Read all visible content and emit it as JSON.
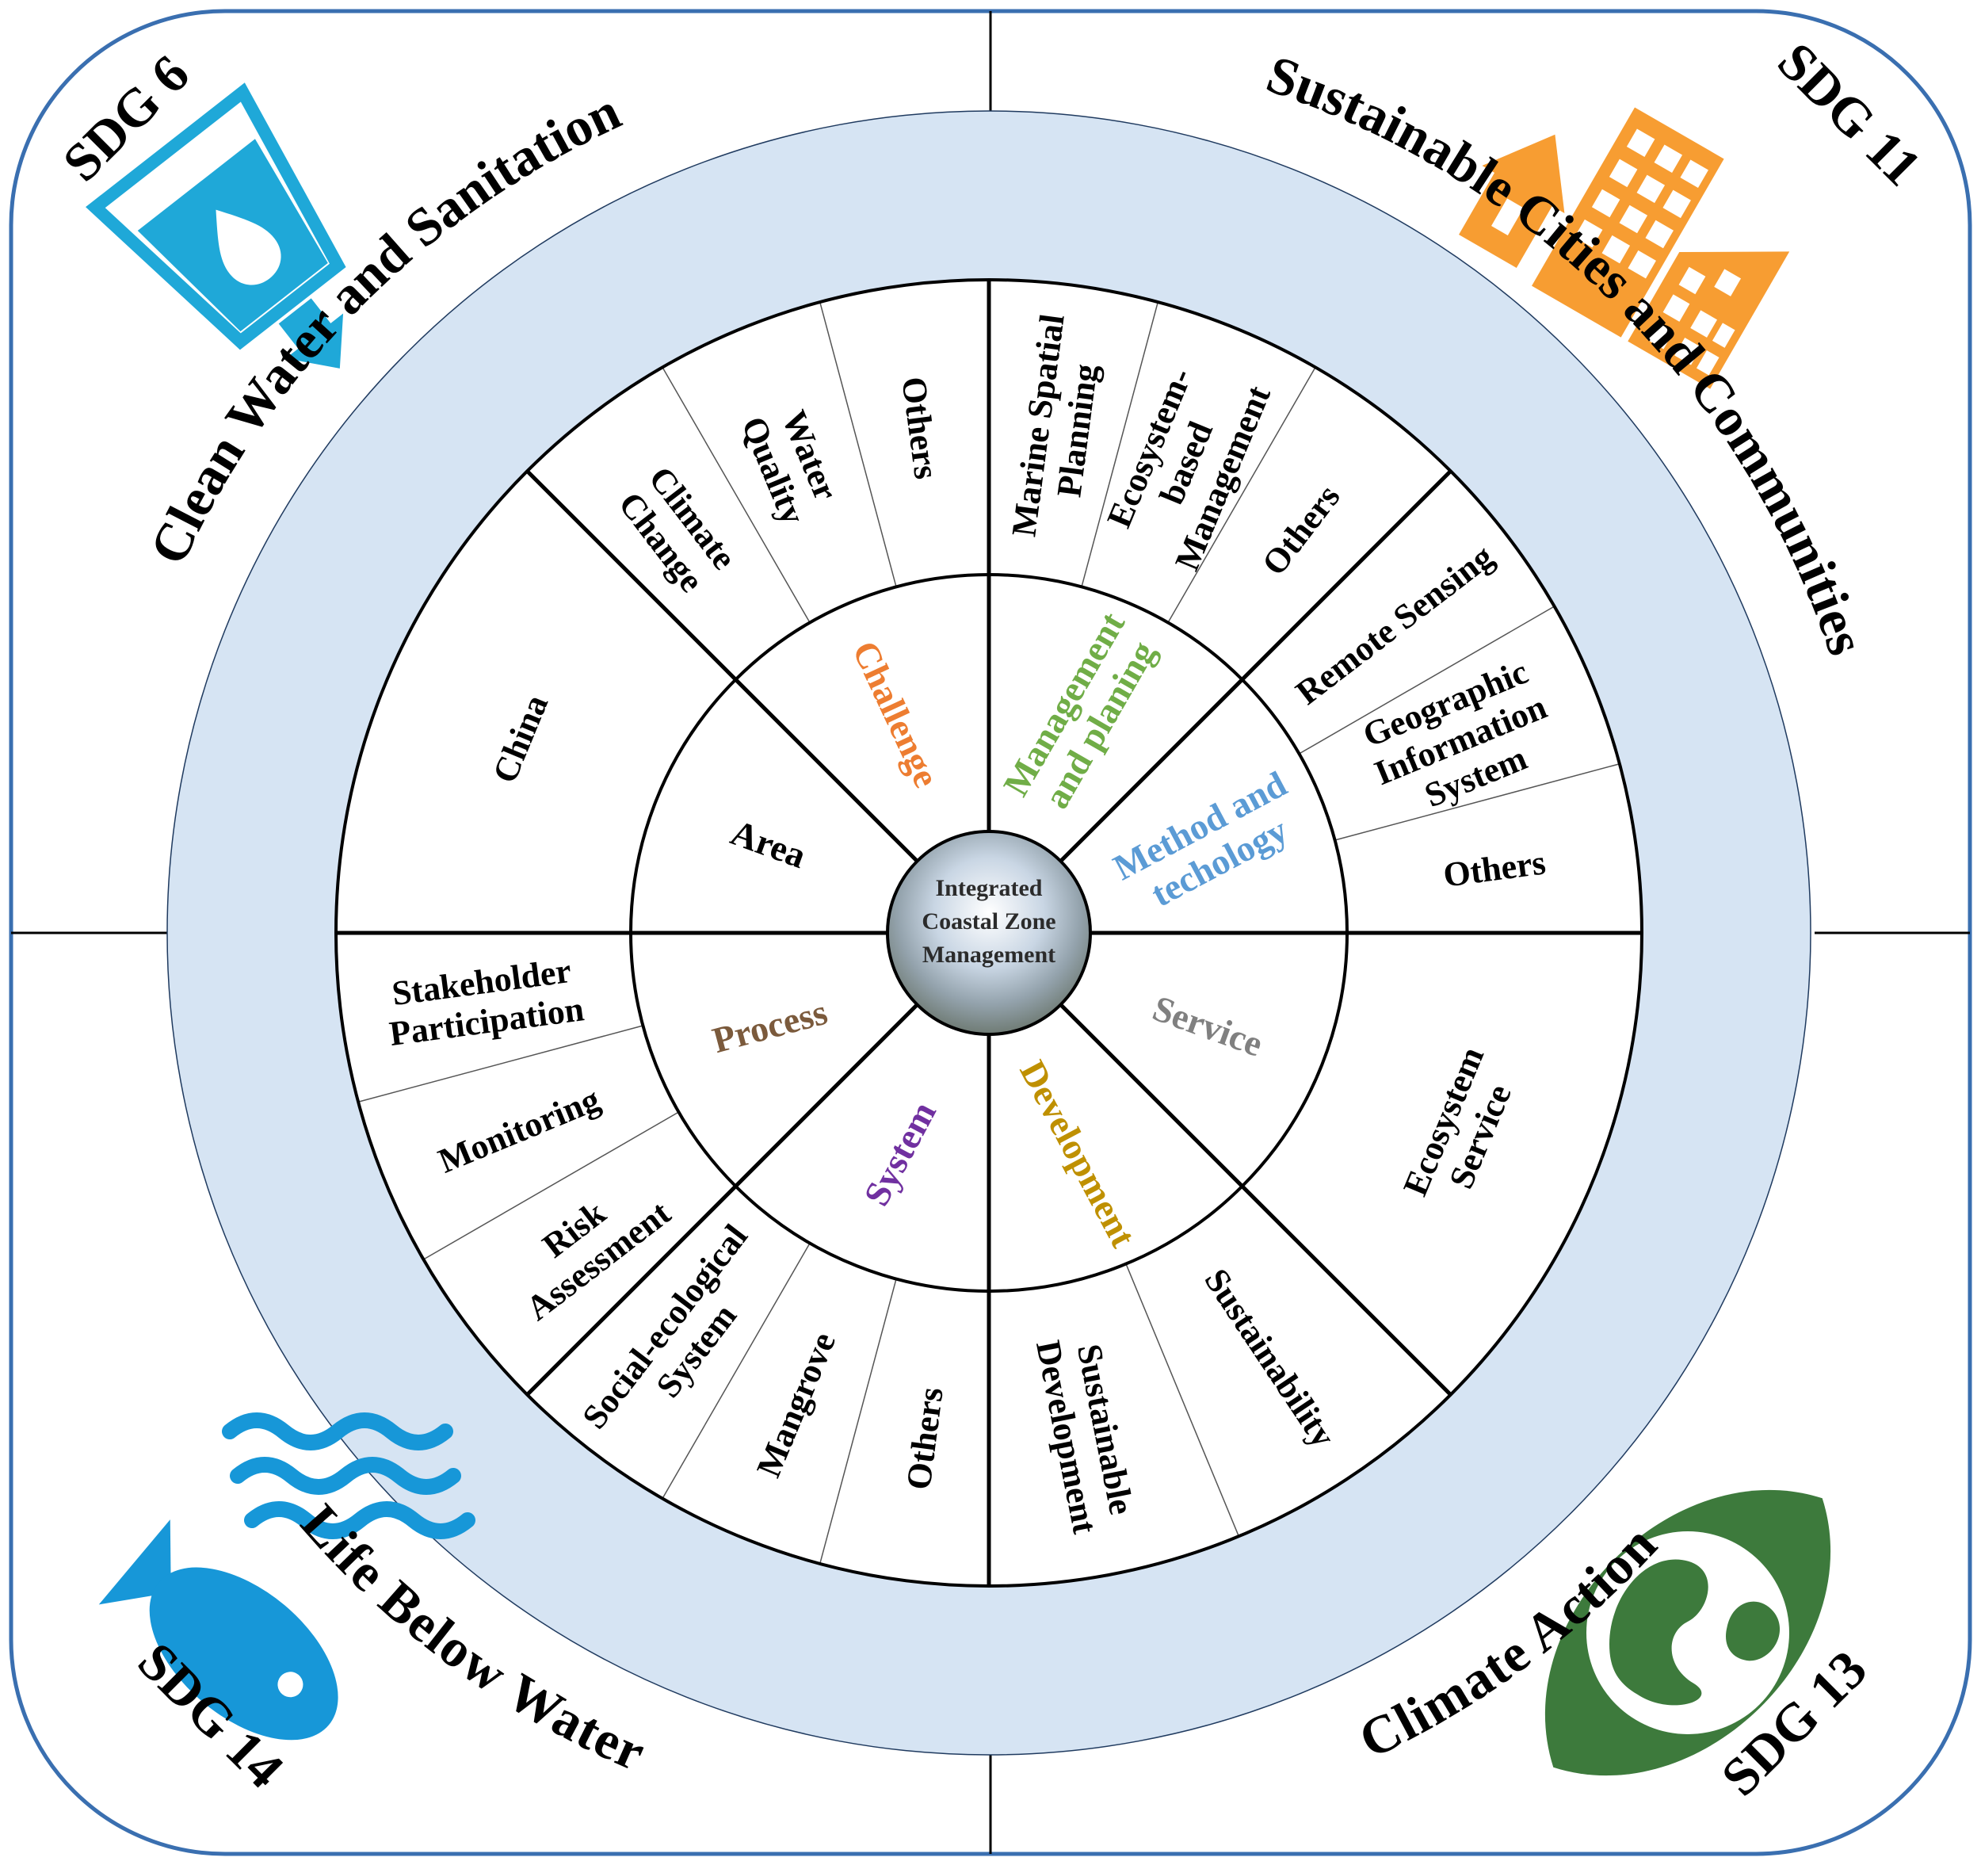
{
  "center": {
    "lines": [
      "Integrated",
      "Coastal Zone",
      "Management"
    ]
  },
  "sdgs": [
    {
      "key": "sdg6",
      "code": "SDG 6",
      "title": "Clean Water and Sanitation",
      "color": "#1fa8d8",
      "icon": "water-glass-icon"
    },
    {
      "key": "sdg11",
      "code": "SDG 11",
      "title": "Sustainable Cities and Communities",
      "color": "#f79d32",
      "icon": "city-buildings-icon"
    },
    {
      "key": "sdg14",
      "code": "SDG 14",
      "title": "Life Below Water",
      "color": "#1797d8",
      "icon": "fish-waves-icon"
    },
    {
      "key": "sdg13",
      "code": "SDG 13",
      "title": "Climate Action",
      "color": "#3d7a3c",
      "icon": "earth-eye-icon"
    }
  ],
  "categories": [
    {
      "key": "challenge",
      "lines": [
        "Challenge"
      ],
      "color": "#ed7d31"
    },
    {
      "key": "management",
      "lines": [
        "Management",
        "and planing"
      ],
      "color": "#70ad47"
    },
    {
      "key": "method",
      "lines": [
        "Method and",
        "techology"
      ],
      "color": "#5b9bd5"
    },
    {
      "key": "service",
      "lines": [
        "Service"
      ],
      "color": "#808080"
    },
    {
      "key": "development",
      "lines": [
        "Development"
      ],
      "color": "#bf9000"
    },
    {
      "key": "system",
      "lines": [
        "System"
      ],
      "color": "#7030a0"
    },
    {
      "key": "process",
      "lines": [
        "Process"
      ],
      "color": "#7b5a3c"
    },
    {
      "key": "area",
      "lines": [
        "Area"
      ],
      "color": "#000000"
    }
  ],
  "items": {
    "challenge": [
      [
        "Climate",
        "Change"
      ],
      [
        "Water",
        "Quality"
      ],
      [
        "Others"
      ]
    ],
    "management": [
      [
        "Marine Spatial",
        "Planning"
      ],
      [
        "Ecosystem-",
        "based",
        "Management"
      ],
      [
        "Others"
      ]
    ],
    "method": [
      [
        "Remote Sensing"
      ],
      [
        "Geographic",
        "Information",
        "System"
      ],
      [
        "Others"
      ]
    ],
    "service": [
      [
        "Ecosystem",
        "Service"
      ]
    ],
    "development": [
      [
        "Sustainability"
      ],
      [
        "Sustainable",
        "Development"
      ]
    ],
    "system": [
      [
        "Others"
      ],
      [
        "Mangrove"
      ],
      [
        "Social-ecological",
        "System"
      ]
    ],
    "process": [
      [
        "Risk",
        "Assessment"
      ],
      [
        "Monitoring"
      ],
      [
        "Stakeholder",
        "Participation"
      ]
    ],
    "area": [
      [
        "China"
      ]
    ]
  }
}
